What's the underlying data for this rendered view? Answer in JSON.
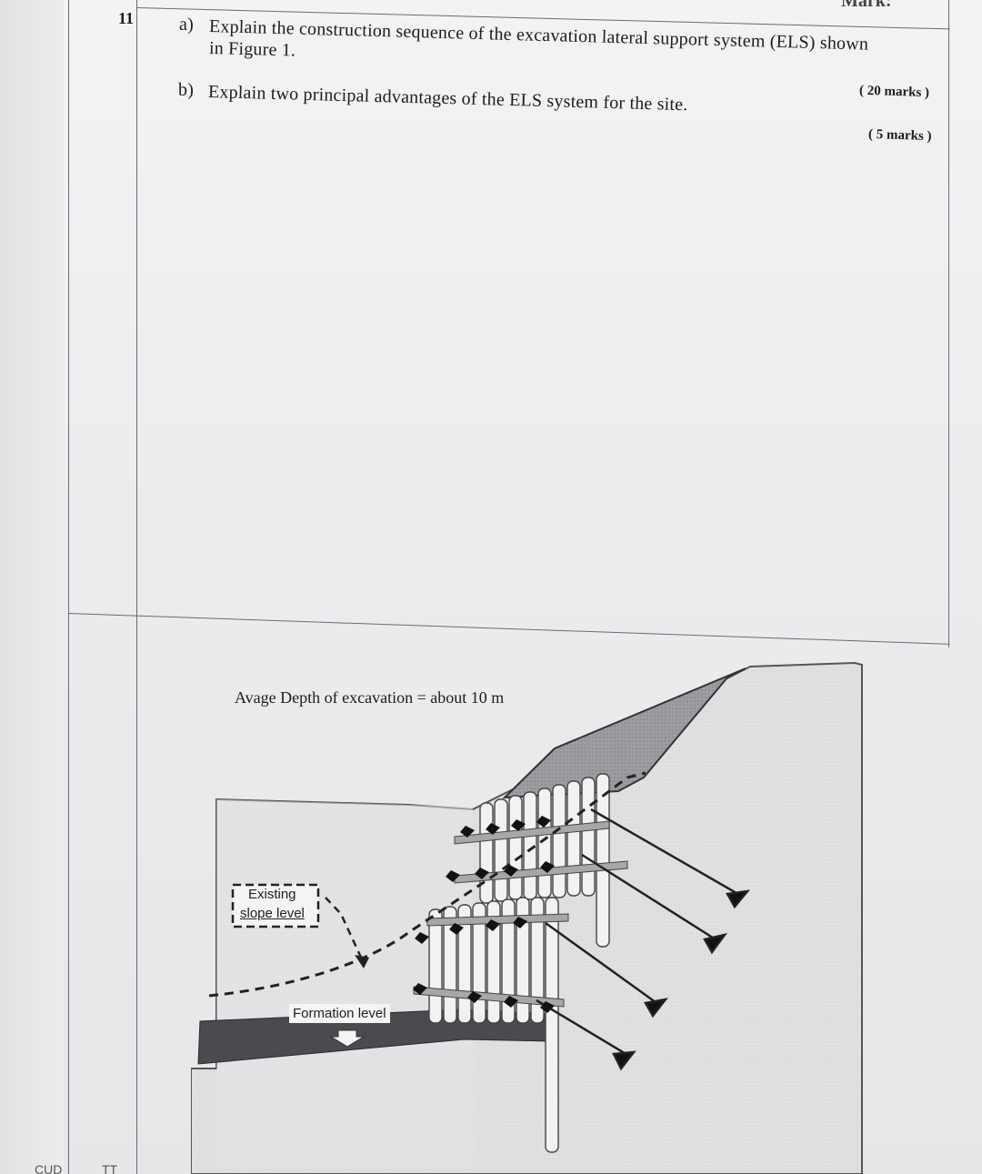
{
  "header": {
    "question_number": "11",
    "mark_heading": "Mark:"
  },
  "question": {
    "part_a": {
      "label": "a)",
      "line1": "Explain the construction sequence of the excavation lateral support system (ELS) shown",
      "line2": "in Figure 1.",
      "marks": "( 20 marks )"
    },
    "part_b": {
      "label": "b)",
      "text": "Explain two principal advantages of the ELS system for the site.",
      "marks": "( 5 marks )"
    }
  },
  "figure": {
    "caption": "Avage Depth of excavation = about 10 m",
    "existing_label_line1": "Existing",
    "existing_label_line2": "slope level",
    "formation_label": "Formation level"
  },
  "footer": {
    "left_cut": "CUD",
    "mid_cut": "TT"
  }
}
